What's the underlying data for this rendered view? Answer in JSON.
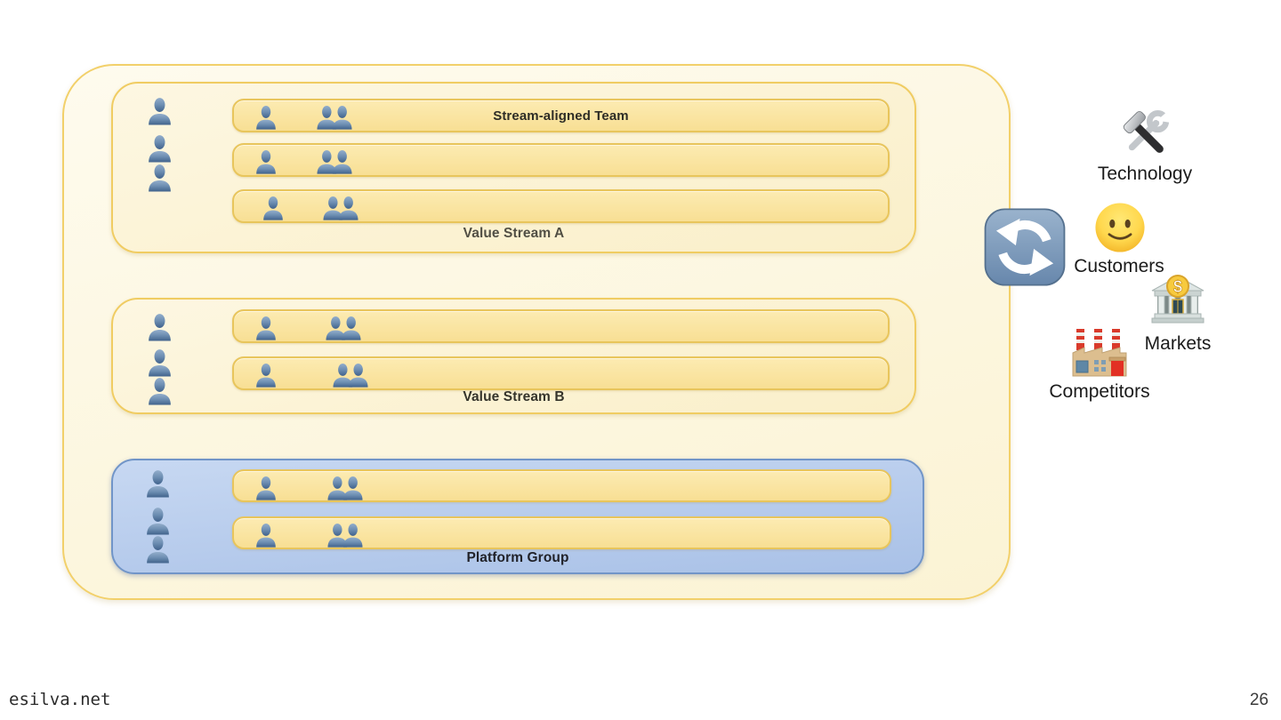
{
  "diagram": {
    "groups": [
      {
        "label": "Value Stream A",
        "team_bar_label": "Stream-aligned Team",
        "type": "value-stream",
        "team_count": 3,
        "sidebar_person_count": 3
      },
      {
        "label": "Value Stream B",
        "type": "value-stream",
        "team_count": 2,
        "sidebar_person_count": 3
      },
      {
        "label": "Platform Group",
        "type": "platform",
        "team_count": 2,
        "sidebar_person_count": 3
      }
    ],
    "connector_icon": "counterclockwise-arrows",
    "environment": [
      {
        "label": "Technology",
        "icon": "hammer-and-wrench"
      },
      {
        "label": "Customers",
        "icon": "smiling-face"
      },
      {
        "label": "Markets",
        "icon": "bank"
      },
      {
        "label": "Competitors",
        "icon": "factory"
      }
    ],
    "colors": {
      "outer_border": "#F2D06A",
      "outer_fill": "#FDF8E6",
      "stream_border": "#F0CC62",
      "stream_fill": "#FCF4DA",
      "team_bar_border": "#E8C55C",
      "team_bar_fill": "#FAE4A1",
      "platform_border": "#7195C8",
      "platform_fill": "#B7CCEE",
      "person_icon": "#4E7199",
      "connector_fill": "#7E9CBE"
    }
  },
  "footer": {
    "site": "esilva.net",
    "page_number": "26"
  }
}
